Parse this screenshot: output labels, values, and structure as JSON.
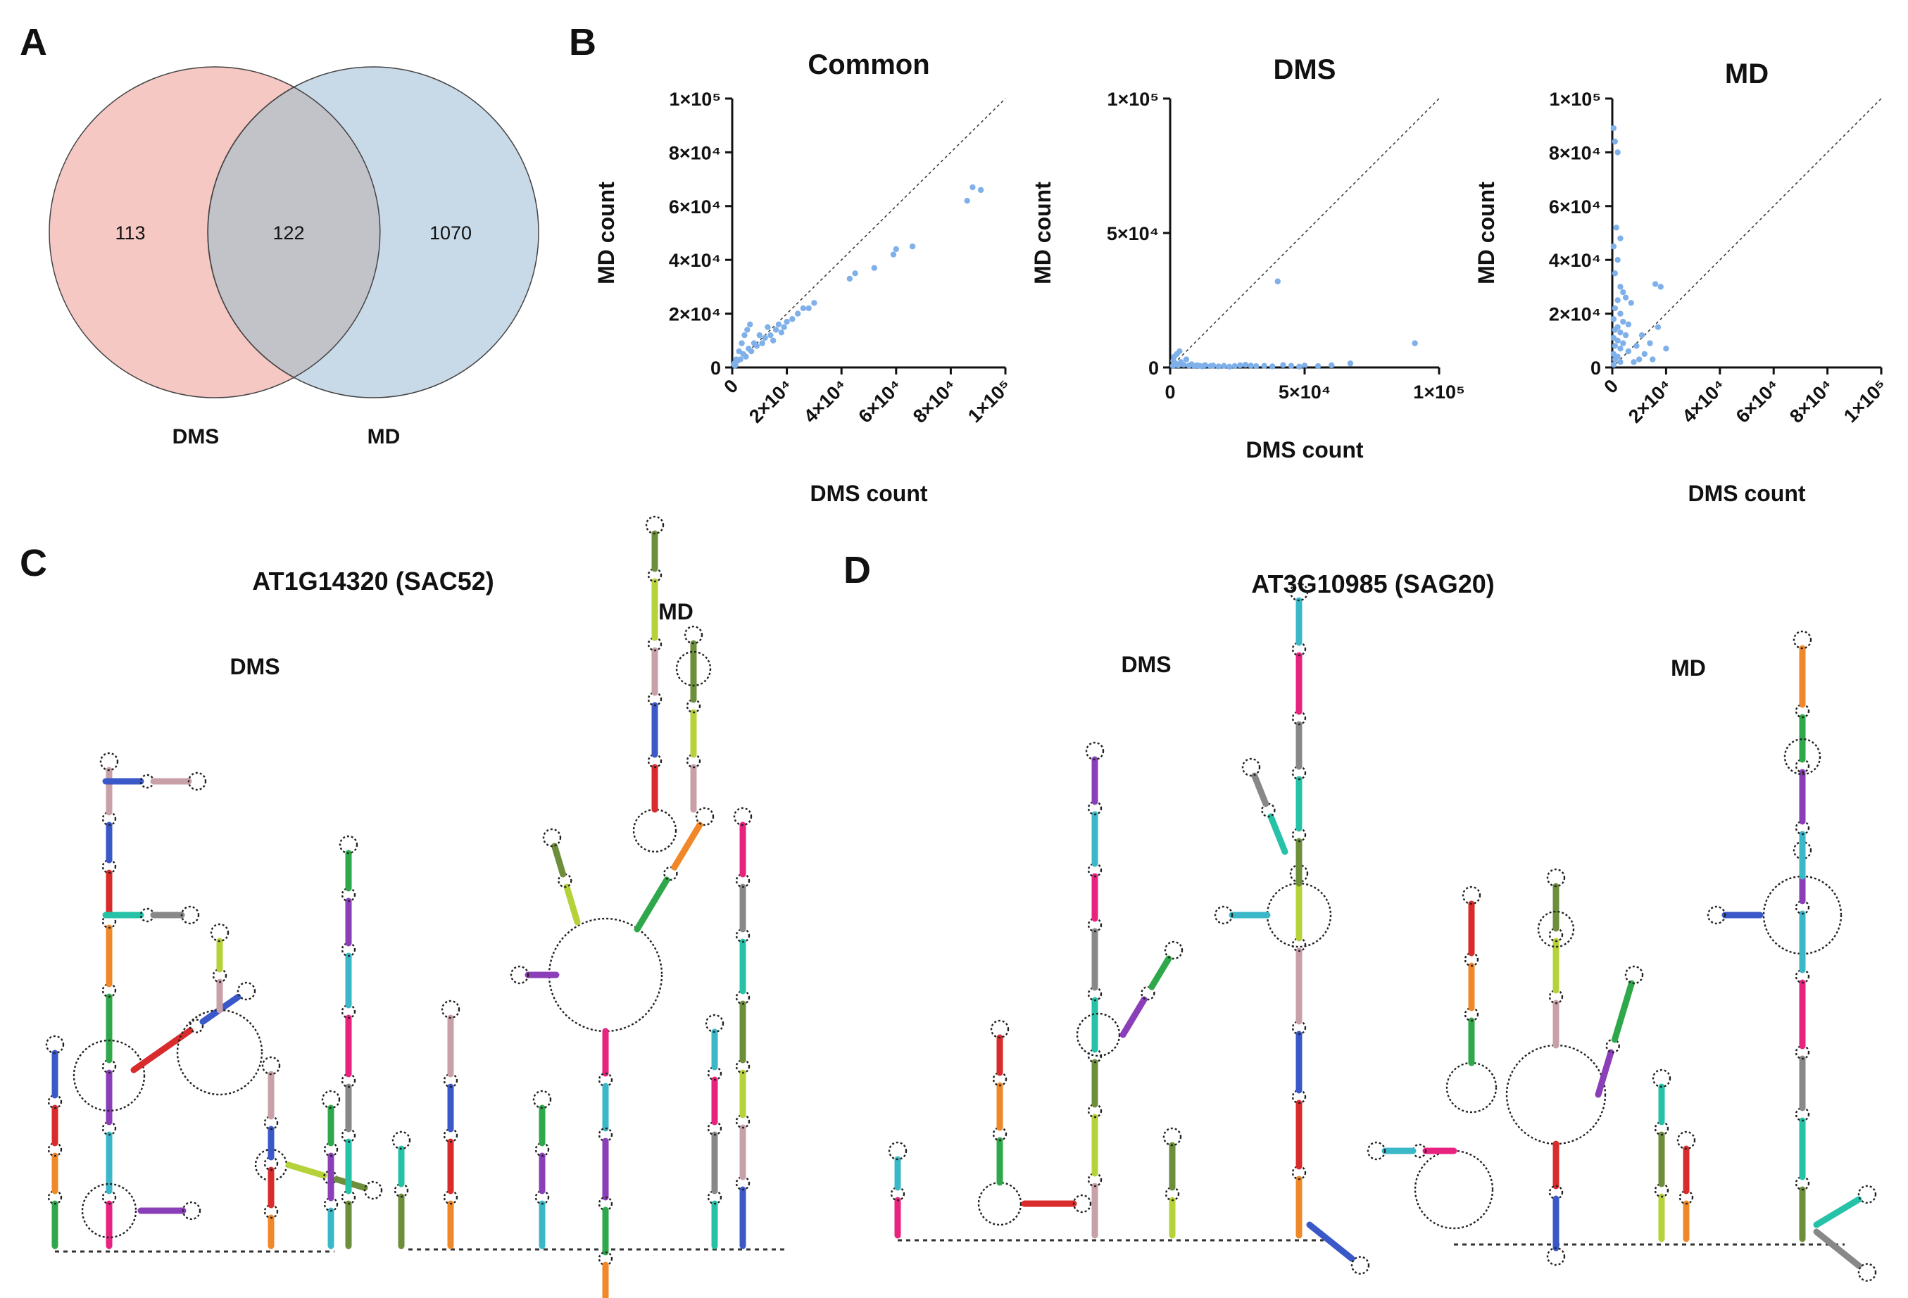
{
  "panels": {
    "a": "A",
    "b": "B",
    "c": "C",
    "d": "D"
  },
  "venn": {
    "left_label": "DMS",
    "right_label": "MD",
    "left_only": "113",
    "overlap": "122",
    "right_only": "1070",
    "colors": {
      "left": "#f6c8c4",
      "right": "#c8d9e8",
      "overlap": "#c2c2c9"
    }
  },
  "chart_data": [
    {
      "type": "scatter",
      "title": "Common",
      "xlabel": "DMS count",
      "ylabel": "MD count",
      "xlim": [
        0,
        100000
      ],
      "ylim": [
        0,
        100000
      ],
      "x_ticks": [
        "0",
        "2×10⁴",
        "4×10⁴",
        "6×10⁴",
        "8×10⁴",
        "1×10⁵"
      ],
      "y_ticks": [
        "0",
        "2×10⁴",
        "4×10⁴",
        "6×10⁴",
        "8×10⁴",
        "1×10⁵"
      ],
      "x_tick_values": [
        0,
        20000,
        40000,
        60000,
        80000,
        100000
      ],
      "y_tick_values": [
        0,
        20000,
        40000,
        60000,
        80000,
        100000
      ],
      "diagonal": true,
      "color": "#7fb0ea",
      "points": [
        [
          1000,
          1200
        ],
        [
          2000,
          2500
        ],
        [
          3000,
          3000
        ],
        [
          4000,
          5000
        ],
        [
          5000,
          4000
        ],
        [
          6000,
          7000
        ],
        [
          7000,
          6000
        ],
        [
          8000,
          9000
        ],
        [
          9000,
          8000
        ],
        [
          10000,
          12000
        ],
        [
          11000,
          9000
        ],
        [
          12000,
          11000
        ],
        [
          13000,
          15000
        ],
        [
          14000,
          12000
        ],
        [
          15000,
          10000
        ],
        [
          16000,
          14000
        ],
        [
          17000,
          16000
        ],
        [
          18000,
          13000
        ],
        [
          19000,
          15000
        ],
        [
          20000,
          17000
        ],
        [
          22000,
          18000
        ],
        [
          24000,
          20000
        ],
        [
          26000,
          22000
        ],
        [
          28000,
          22000
        ],
        [
          30000,
          24000
        ],
        [
          1500,
          3000
        ],
        [
          2500,
          6000
        ],
        [
          3500,
          9000
        ],
        [
          4500,
          12000
        ],
        [
          5500,
          14000
        ],
        [
          6500,
          16000
        ],
        [
          500,
          500
        ],
        [
          800,
          1500
        ],
        [
          1200,
          800
        ],
        [
          43000,
          33000
        ],
        [
          45000,
          35000
        ],
        [
          52000,
          37000
        ],
        [
          59000,
          42000
        ],
        [
          60000,
          44000
        ],
        [
          66000,
          45000
        ],
        [
          86000,
          62000
        ],
        [
          88000,
          67000
        ],
        [
          91000,
          66000
        ]
      ]
    },
    {
      "type": "scatter",
      "title": "DMS",
      "xlabel": "DMS count",
      "ylabel": "MD count",
      "xlim": [
        0,
        100000
      ],
      "ylim": [
        0,
        100000
      ],
      "x_ticks": [
        "0",
        "5×10⁴",
        "1×10⁵"
      ],
      "y_ticks": [
        "0",
        "5×10⁴",
        "1×10⁵"
      ],
      "x_tick_values": [
        0,
        50000,
        100000
      ],
      "y_tick_values": [
        0,
        50000,
        100000
      ],
      "diagonal": true,
      "color": "#7fb0ea",
      "points": [
        [
          1000,
          500
        ],
        [
          2000,
          1500
        ],
        [
          3000,
          800
        ],
        [
          4000,
          2000
        ],
        [
          5000,
          1000
        ],
        [
          6000,
          3000
        ],
        [
          7000,
          700
        ],
        [
          8000,
          1200
        ],
        [
          9000,
          500
        ],
        [
          10000,
          800
        ],
        [
          11000,
          600
        ],
        [
          12000,
          400
        ],
        [
          13000,
          900
        ],
        [
          15000,
          500
        ],
        [
          16000,
          700
        ],
        [
          18000,
          400
        ],
        [
          20000,
          600
        ],
        [
          22000,
          300
        ],
        [
          24000,
          500
        ],
        [
          26000,
          800
        ],
        [
          28000,
          1000
        ],
        [
          30000,
          700
        ],
        [
          32000,
          500
        ],
        [
          35000,
          600
        ],
        [
          38000,
          400
        ],
        [
          40000,
          32000
        ],
        [
          42000,
          900
        ],
        [
          45000,
          600
        ],
        [
          48000,
          300
        ],
        [
          50000,
          700
        ],
        [
          55000,
          500
        ],
        [
          60000,
          800
        ],
        [
          67000,
          1500
        ],
        [
          91000,
          9000
        ],
        [
          1500,
          4000
        ],
        [
          2500,
          5000
        ],
        [
          3500,
          6000
        ],
        [
          2200,
          1000
        ],
        [
          1200,
          2500
        ]
      ]
    },
    {
      "type": "scatter",
      "title": "MD",
      "xlabel": "DMS count",
      "ylabel": "MD count",
      "xlim": [
        0,
        100000
      ],
      "ylim": [
        0,
        100000
      ],
      "x_ticks": [
        "0",
        "2×10⁴",
        "4×10⁴",
        "6×10⁴",
        "8×10⁴",
        "1×10⁵"
      ],
      "y_ticks": [
        "0",
        "2×10⁴",
        "4×10⁴",
        "6×10⁴",
        "8×10⁴",
        "1×10⁵"
      ],
      "x_tick_values": [
        0,
        20000,
        40000,
        60000,
        80000,
        100000
      ],
      "y_tick_values": [
        0,
        20000,
        40000,
        60000,
        80000,
        100000
      ],
      "diagonal": true,
      "color": "#7fb0ea",
      "points": [
        [
          500,
          89000
        ],
        [
          1000,
          84000
        ],
        [
          2000,
          80000
        ],
        [
          1500,
          52000
        ],
        [
          3000,
          48000
        ],
        [
          500,
          45000
        ],
        [
          2000,
          40000
        ],
        [
          1000,
          35000
        ],
        [
          3000,
          30000
        ],
        [
          4000,
          28000
        ],
        [
          5000,
          26000
        ],
        [
          2000,
          25000
        ],
        [
          1000,
          22000
        ],
        [
          3000,
          20000
        ],
        [
          500,
          18000
        ],
        [
          4000,
          17000
        ],
        [
          6000,
          16000
        ],
        [
          2000,
          15000
        ],
        [
          1000,
          14000
        ],
        [
          3000,
          13000
        ],
        [
          5000,
          12000
        ],
        [
          500,
          11000
        ],
        [
          2000,
          10000
        ],
        [
          4000,
          9000
        ],
        [
          1000,
          8000
        ],
        [
          3000,
          7000
        ],
        [
          6000,
          6000
        ],
        [
          500,
          5000
        ],
        [
          2000,
          4000
        ],
        [
          1000,
          3000
        ],
        [
          3000,
          2000
        ],
        [
          500,
          1000
        ],
        [
          8000,
          2000
        ],
        [
          10000,
          3000
        ],
        [
          12000,
          5000
        ],
        [
          14000,
          9000
        ],
        [
          16000,
          31000
        ],
        [
          18000,
          30000
        ],
        [
          17000,
          15000
        ],
        [
          20000,
          7000
        ],
        [
          15000,
          3000
        ],
        [
          11000,
          12000
        ],
        [
          9000,
          8000
        ],
        [
          7000,
          24000
        ]
      ]
    }
  ],
  "structures": {
    "c_title": "AT1G14320 (SAC52)",
    "c_left": "DMS",
    "c_right": "MD",
    "d_title": "AT3G10985 (SAG20)",
    "d_left": "DMS",
    "d_right": "MD",
    "palette": [
      "#e8227f",
      "#3bb8c7",
      "#8a3fb8",
      "#2ea84a",
      "#f0882a",
      "#d92b2b",
      "#3a58c8",
      "#c8a0a8",
      "#b6d23a",
      "#6d8e3a",
      "#26c2a8",
      "#888888"
    ]
  }
}
